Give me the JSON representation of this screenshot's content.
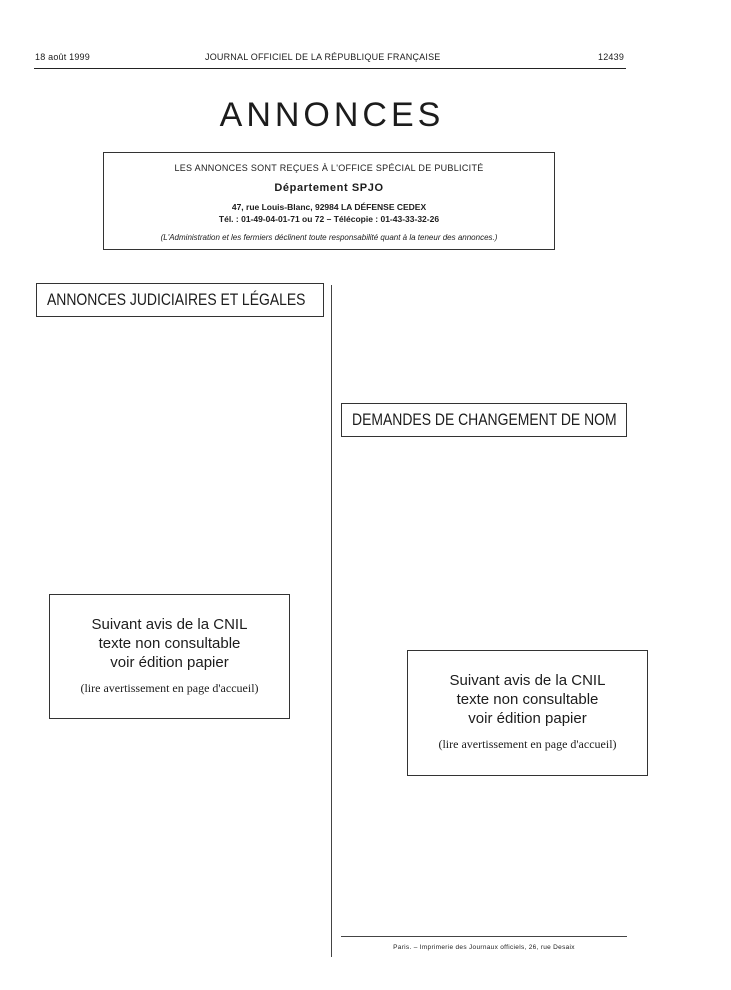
{
  "header": {
    "date": "18 août 1999",
    "journal": "JOURNAL OFFICIEL DE LA RÉPUBLIQUE FRANÇAISE",
    "page_number": "12439"
  },
  "title": "ANNONCES",
  "info_box": {
    "line1": "LES ANNONCES SONT REÇUES À L'OFFICE SPÉCIAL DE PUBLICITÉ",
    "department": "Département SPJO",
    "address": "47, rue Louis-Blanc, 92984 LA DÉFENSE CEDEX",
    "phone": "Tél. : 01-49-04-01-71 ou 72 – Télécopie : 01-43-33-32-26",
    "disclaimer": "(L'Administration et les fermiers déclinent toute responsabilité quant à la teneur des annonces.)"
  },
  "sections": {
    "left_heading": "ANNONCES JUDICIAIRES ET LÉGALES",
    "right_heading": "DEMANDES DE CHANGEMENT DE NOM"
  },
  "cnil_notice": {
    "line1": "Suivant avis de la CNIL",
    "line2": "texte non consultable",
    "line3": "voir édition papier",
    "line4": "(lire avertissement en page d'accueil)"
  },
  "footer": "Paris. – Imprimerie des Journaux officiels, 26, rue Desaix"
}
